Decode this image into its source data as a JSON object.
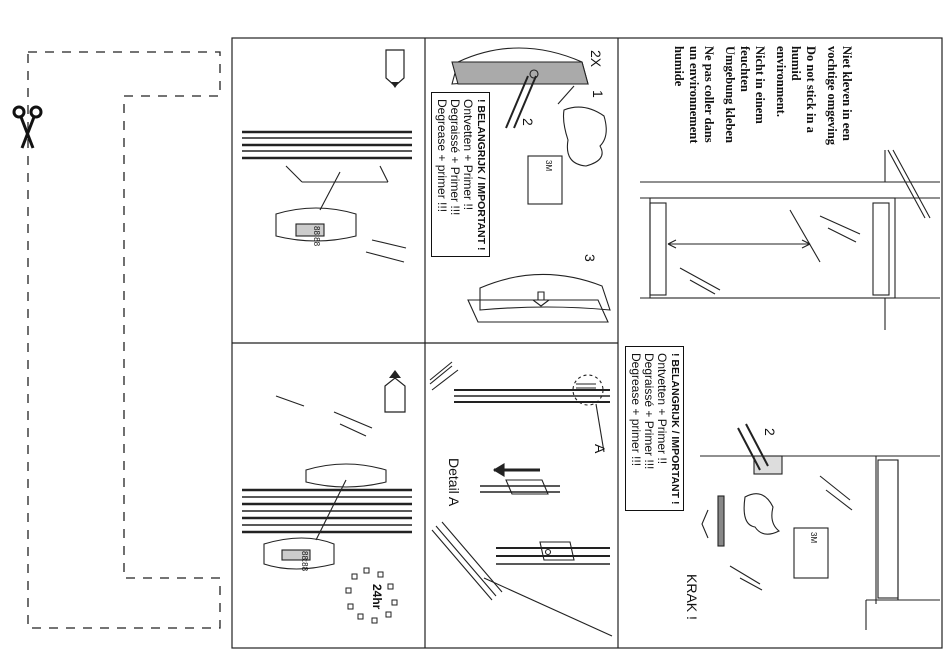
{
  "warnings": [
    {
      "lang": "nl",
      "lines": [
        "Niet kleven in een",
        "vochtige omgeving"
      ]
    },
    {
      "lang": "en",
      "lines": [
        "Do not stick in a",
        "humid",
        "environment."
      ]
    },
    {
      "lang": "de",
      "lines": [
        "Nicht in einem",
        "feuchten",
        "Umgebung kleben"
      ]
    },
    {
      "lang": "fr",
      "lines": [
        "Ne pas coller dans",
        "un environnement",
        "humide"
      ]
    }
  ],
  "important": {
    "heading": "! BELANGRIJK / IMPORTANT !",
    "lines": [
      "Ontvetten + Primer !!",
      "Degraissé + Primer !!!",
      "Degrease + primer !!!"
    ]
  },
  "labels": {
    "count": "2X",
    "step1": "1",
    "step2": "2",
    "step3": "3",
    "step2b": "2",
    "krak": "KRAK !",
    "detail_a": "Detail A",
    "a_marker": "A",
    "hours": "24hr",
    "tape_brand": "3M",
    "display": "88:88"
  },
  "icons": [
    "scissors-icon",
    "arrow-down-icon",
    "arrow-up-icon",
    "clock-24hr-icon"
  ]
}
